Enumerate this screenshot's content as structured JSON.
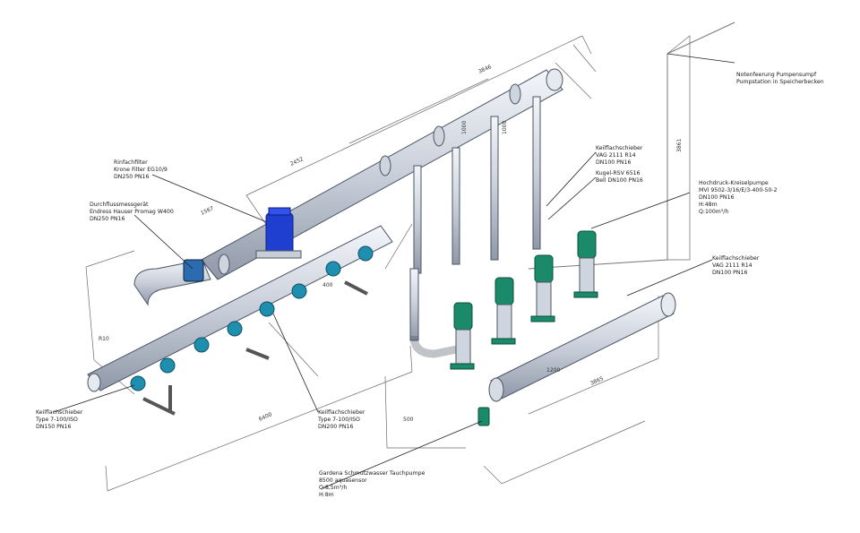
{
  "colors": {
    "pipe": "#d9dde6",
    "pipe_dark": "#9aa3b3",
    "outline": "#3f4652",
    "valve": "#1f8fb0",
    "pump": "#1a8a6a",
    "filter": "#1f3fd1",
    "frame": "#9a9a9a"
  },
  "annotations": {
    "filter": [
      "Rinfachfilter",
      "Krone Filter EG10/9",
      "DN250 PN16"
    ],
    "flowmeter": [
      "Durchflussmessgerät",
      "Endress Hauser Promag W400",
      "DN250 PN16"
    ],
    "gate_valve_left": [
      "Keilflachschieber",
      "Type 7-100/ISO",
      "DN150 PN16"
    ],
    "gate_valve_center": [
      "Keilflachschieber",
      "Type 7-100/ISO",
      "DN200 PN16"
    ],
    "gate_valve_top": [
      "Keilflachschieber",
      "VAG 2111 R14",
      "DN100 PN16"
    ],
    "ball_check": [
      "Kugel-RSV 6516",
      "Bell DN100 PN16"
    ],
    "pump": [
      "Hochdruck-Kreiselpumpe",
      "MVI 9502-3/16/E/3-400-50-2",
      "DN100 PN16",
      "H:48m",
      "Q:100m³/h"
    ],
    "gate_valve_right": [
      "Keilflachschieber",
      "VAG 2111 R14",
      "DN100 PN16"
    ],
    "tank_feed": [
      "Notenfeerung Pumpensumpf",
      "Pumpstation in Speicherbecken"
    ],
    "sump_pump": [
      "Gardena Schmutzwasser Tauchpumpe",
      "8500 aquasensor",
      "Q:8,5m³/h",
      "H:8m"
    ]
  },
  "dimensions": {
    "d_top_long": "3846",
    "d_mid": "2452",
    "d_small_1": "1567",
    "d_vert_1": "3861",
    "d_bottom_long": "6400",
    "d_right_bottom": "3865",
    "d_short_a": "1000",
    "d_short_b": "1000",
    "d_r_a": "R10",
    "d_misc_1": "500",
    "d_misc_2": "400",
    "d_misc_3": "1200"
  }
}
